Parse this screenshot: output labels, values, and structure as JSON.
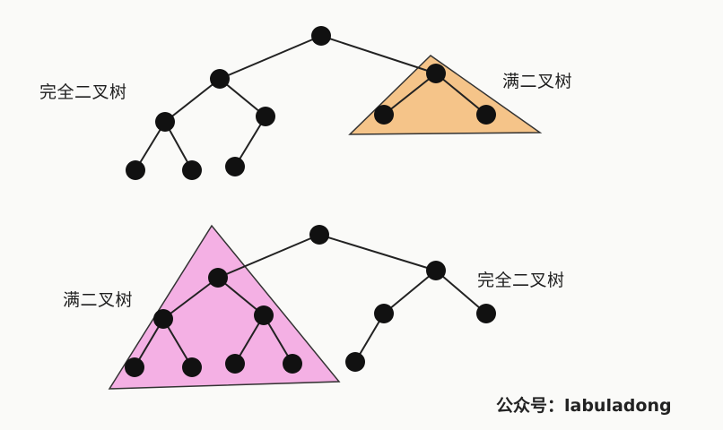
{
  "labels": {
    "top_left": "完全二叉树",
    "top_right": "满二叉树",
    "bottom_left": "满二叉树",
    "bottom_right": "完全二叉树"
  },
  "watermark": "公众号：labuladong",
  "colors": {
    "background": "#fafaf8",
    "node": "#111111",
    "edge": "#222222",
    "highlight_full_tree_top": "#f5c489",
    "highlight_full_tree_bottom": "#f4b0e4"
  }
}
